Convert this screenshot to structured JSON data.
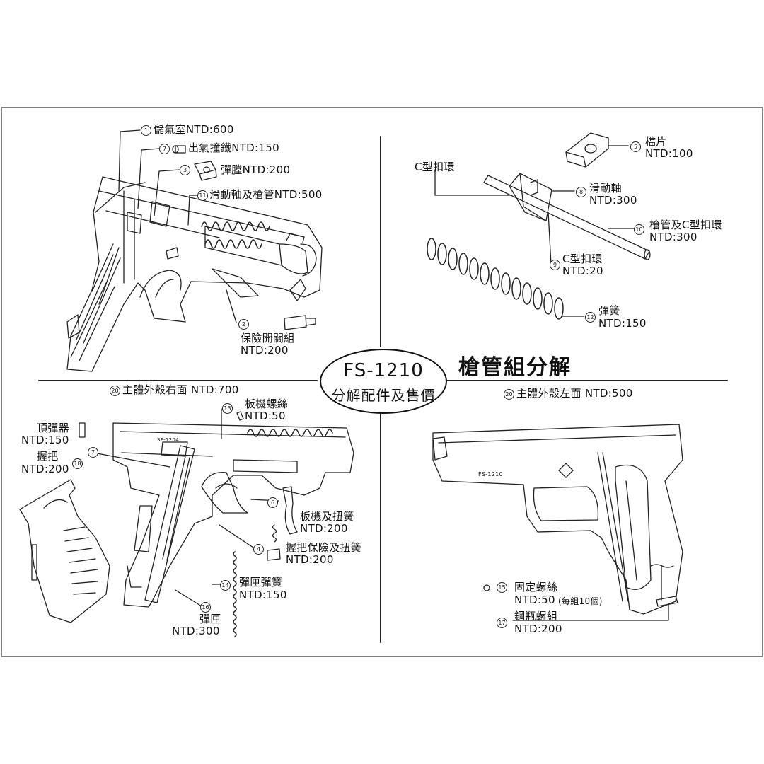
{
  "center": {
    "model": "FS-1210",
    "subtitle": "分解配件及售價"
  },
  "section_title": "槍管組分解",
  "quadrant_top_left": {
    "parts": [
      {
        "no": "1",
        "text": "儲氣室NTD:600"
      },
      {
        "no": "7",
        "text": "出氣撞鐵NTD:150"
      },
      {
        "no": "3",
        "text": "彈膛NTD:200"
      },
      {
        "no": "11",
        "text": "滑動軸及槍管NTD:500"
      },
      {
        "no": "2",
        "name": "保險開關組",
        "price": "NTD:200"
      }
    ]
  },
  "quadrant_top_right": {
    "parts": [
      {
        "no": "5",
        "name": "檔片",
        "price": "NTD:100"
      },
      {
        "no": "8",
        "name": "滑動軸",
        "price": "NTD:300"
      },
      {
        "no": "10",
        "name": "槍管及C型扣環",
        "price": "NTD:300"
      },
      {
        "no": "9",
        "name": "C型扣環",
        "price": "NTD:20"
      },
      {
        "no": "12",
        "name": "彈簧",
        "price": "NTD:150"
      }
    ],
    "c_ring_label": "C型扣環"
  },
  "quadrant_bottom_left": {
    "header_no": "20",
    "header": "主體外殼右面 NTD:700",
    "frame_mark": "SF-1204",
    "parts": [
      {
        "no": "13",
        "name": "板機螺絲",
        "price": "NTD:50"
      },
      {
        "no": "",
        "name": "頂彈器",
        "price": "NTD:150"
      },
      {
        "no": "7",
        "name": "",
        "price": ""
      },
      {
        "no": "18",
        "name": "握把",
        "price": "NTD:200"
      },
      {
        "no": "6",
        "name": "板機及扭簧",
        "price": "NTD:200"
      },
      {
        "no": "4",
        "name": "握把保險及扭簧",
        "price": "NTD:200"
      },
      {
        "no": "14",
        "name": "彈匣彈簧",
        "price": "NTD:150"
      },
      {
        "no": "16",
        "name": "彈匣",
        "price": "NTD:300"
      }
    ]
  },
  "quadrant_bottom_right": {
    "header_no": "20",
    "header": "主體外殼左面 NTD:500",
    "frame_mark": "FS-1210",
    "parts": [
      {
        "no": "15",
        "name": "固定螺絲",
        "price": "NTD:50",
        "note": "(每組10個)"
      },
      {
        "no": "17",
        "name": "鋼瓶螺組",
        "price": "NTD:200"
      }
    ]
  }
}
